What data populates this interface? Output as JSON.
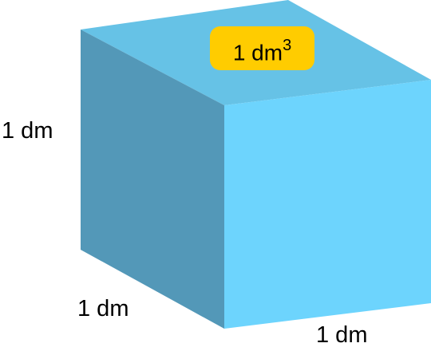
{
  "cube": {
    "colors": {
      "top": "#66c2e6",
      "left": "#5398b8",
      "front": "#6dd4fd",
      "badge": "#ffcc00"
    },
    "volume": {
      "value": "1 dm",
      "exponent": "3"
    },
    "labels": {
      "height": "1 dm",
      "depth": "1 dm",
      "width": "1 dm"
    }
  }
}
